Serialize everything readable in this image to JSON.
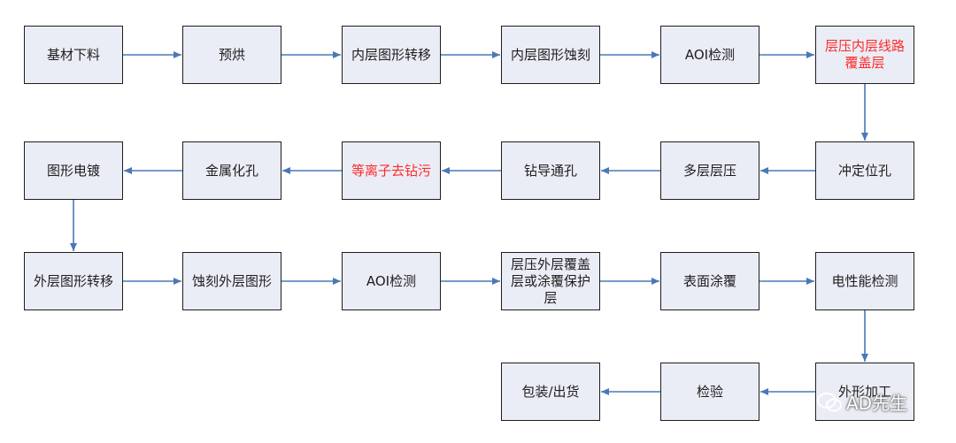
{
  "diagram": {
    "nodes": [
      {
        "id": "n1",
        "label": "基材下料"
      },
      {
        "id": "n2",
        "label": "预烘"
      },
      {
        "id": "n3",
        "label": "内层图形转移"
      },
      {
        "id": "n4",
        "label": "内层图形蚀刻"
      },
      {
        "id": "n5",
        "label": "AOI检测"
      },
      {
        "id": "n6",
        "label": "层压内层线路覆盖层",
        "highlight": true
      },
      {
        "id": "n7",
        "label": "冲定位孔"
      },
      {
        "id": "n8",
        "label": "多层层压"
      },
      {
        "id": "n9",
        "label": "钻导通孔"
      },
      {
        "id": "n10",
        "label": "等离子去钻污",
        "highlight": true
      },
      {
        "id": "n11",
        "label": "金属化孔"
      },
      {
        "id": "n12",
        "label": "图形电镀"
      },
      {
        "id": "n13",
        "label": "外层图形转移"
      },
      {
        "id": "n14",
        "label": "蚀刻外层图形"
      },
      {
        "id": "n15",
        "label": "AOI检测"
      },
      {
        "id": "n16",
        "label": "层压外层覆盖层或涂覆保护层"
      },
      {
        "id": "n17",
        "label": "表面涂覆"
      },
      {
        "id": "n18",
        "label": "电性能检测"
      },
      {
        "id": "n19",
        "label": "外形加工"
      },
      {
        "id": "n20",
        "label": "检验"
      },
      {
        "id": "n21",
        "label": "包装/出货"
      }
    ],
    "edges": [
      [
        "n1",
        "n2"
      ],
      [
        "n2",
        "n3"
      ],
      [
        "n3",
        "n4"
      ],
      [
        "n4",
        "n5"
      ],
      [
        "n5",
        "n6"
      ],
      [
        "n6",
        "n7"
      ],
      [
        "n7",
        "n8"
      ],
      [
        "n8",
        "n9"
      ],
      [
        "n9",
        "n10"
      ],
      [
        "n10",
        "n11"
      ],
      [
        "n11",
        "n12"
      ],
      [
        "n12",
        "n13"
      ],
      [
        "n13",
        "n14"
      ],
      [
        "n14",
        "n15"
      ],
      [
        "n15",
        "n16"
      ],
      [
        "n16",
        "n17"
      ],
      [
        "n17",
        "n18"
      ],
      [
        "n18",
        "n19"
      ],
      [
        "n19",
        "n20"
      ],
      [
        "n20",
        "n21"
      ]
    ],
    "colors": {
      "box_fill": "#eaedf5",
      "box_border": "#1e1e1e",
      "arrow": "#4a78b8",
      "highlight_text": "#ff2a2a"
    }
  },
  "watermark": {
    "text": "AD先生",
    "icon": "wechat-icon"
  }
}
